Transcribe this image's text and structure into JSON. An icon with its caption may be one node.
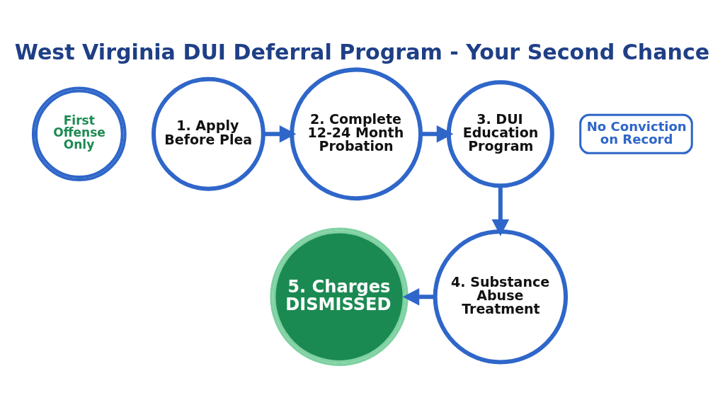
{
  "diagram": {
    "title": "West Virginia DUI Deferral Program - Your Second Chance",
    "nodes": [
      {
        "text": [
          "First Offense Only"
        ]
      },
      {
        "text": [
          "1. Apply Before Plea"
        ]
      },
      {
        "text": [
          "2. Complete 12-24 Month Probation"
        ]
      },
      {
        "text": [
          "3. DUI Education Program"
        ]
      },
      {
        "text": [
          "4. Substance Abuse Treatment"
        ]
      },
      {
        "text": [
          "5. Charges DISMISSED"
        ]
      },
      {
        "text": [
          "No Conviction on Record"
        ]
      }
    ],
    "edges": [
      {
        "from": 1,
        "to": 2,
        "arrow": "to"
      },
      {
        "from": 2,
        "to": 3,
        "arrow": "to"
      },
      {
        "from": 3,
        "to": 4,
        "arrow": "to"
      },
      {
        "from": 4,
        "to": 5,
        "arrow": "to"
      }
    ]
  }
}
